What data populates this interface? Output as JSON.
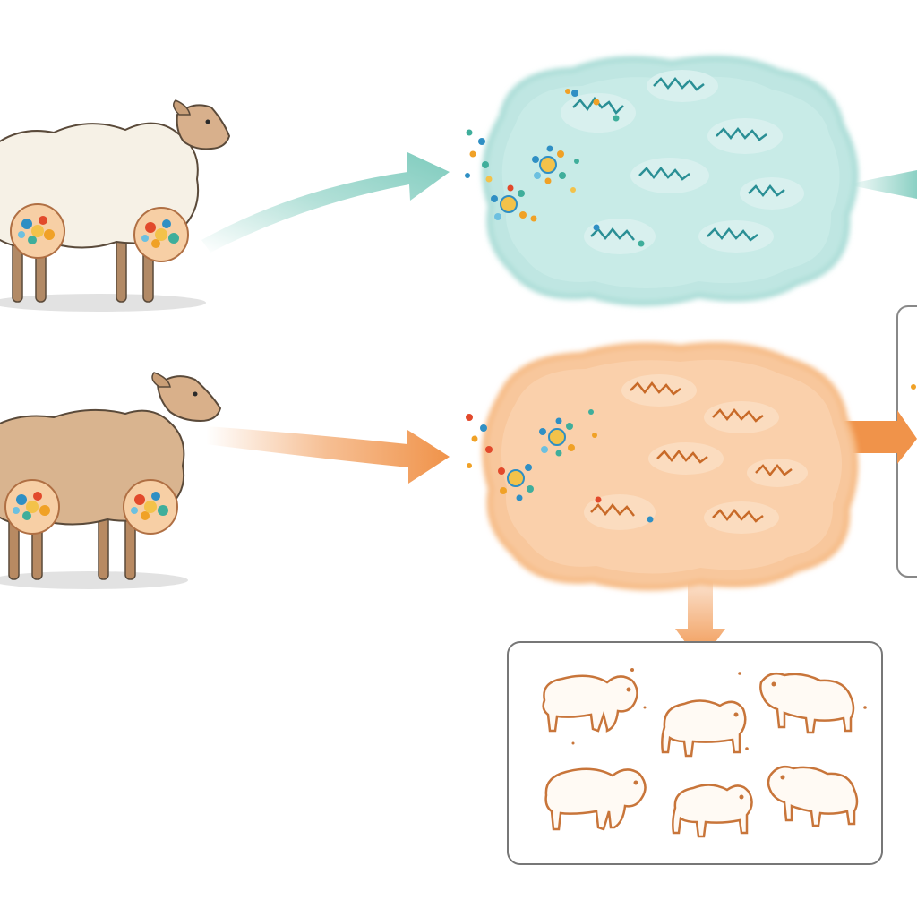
{
  "diagram": {
    "rows": [
      {
        "id": "top",
        "sheep": {
          "fleece": "#f6f1e6",
          "outline": "#5a4a3a",
          "face": "#d8b08c",
          "legs": "#b28a66"
        },
        "arrow_color": "#7ecbbd",
        "cloud": {
          "fill": "#bfe6e2",
          "edge": "#a9dcd6",
          "blob_fill": "#d8f0ee",
          "chain_color": "#2a8f95"
        }
      },
      {
        "id": "bottom",
        "sheep": {
          "fleece": "#d9b48f",
          "outline": "#5a4a3a",
          "face": "#d9b08a",
          "legs": "#b88a62"
        },
        "arrow_color": "#f0934a",
        "cloud": {
          "fill": "#f8c79c",
          "edge": "#f6b982",
          "blob_fill": "#fbdcbf",
          "chain_color": "#c86a28"
        }
      }
    ],
    "particle_colors": [
      "#2f8fc4",
      "#f0a126",
      "#e2492b",
      "#3fae9b",
      "#6cc0e0",
      "#f3c24a"
    ],
    "output_panel": {
      "border": "#777777",
      "animal_stroke": "#c8753a",
      "animal_fill": "#fffaf4",
      "animal_count": 6
    },
    "right_panel": {
      "border": "#888888"
    },
    "shadow_color": "#e2e2e2"
  }
}
